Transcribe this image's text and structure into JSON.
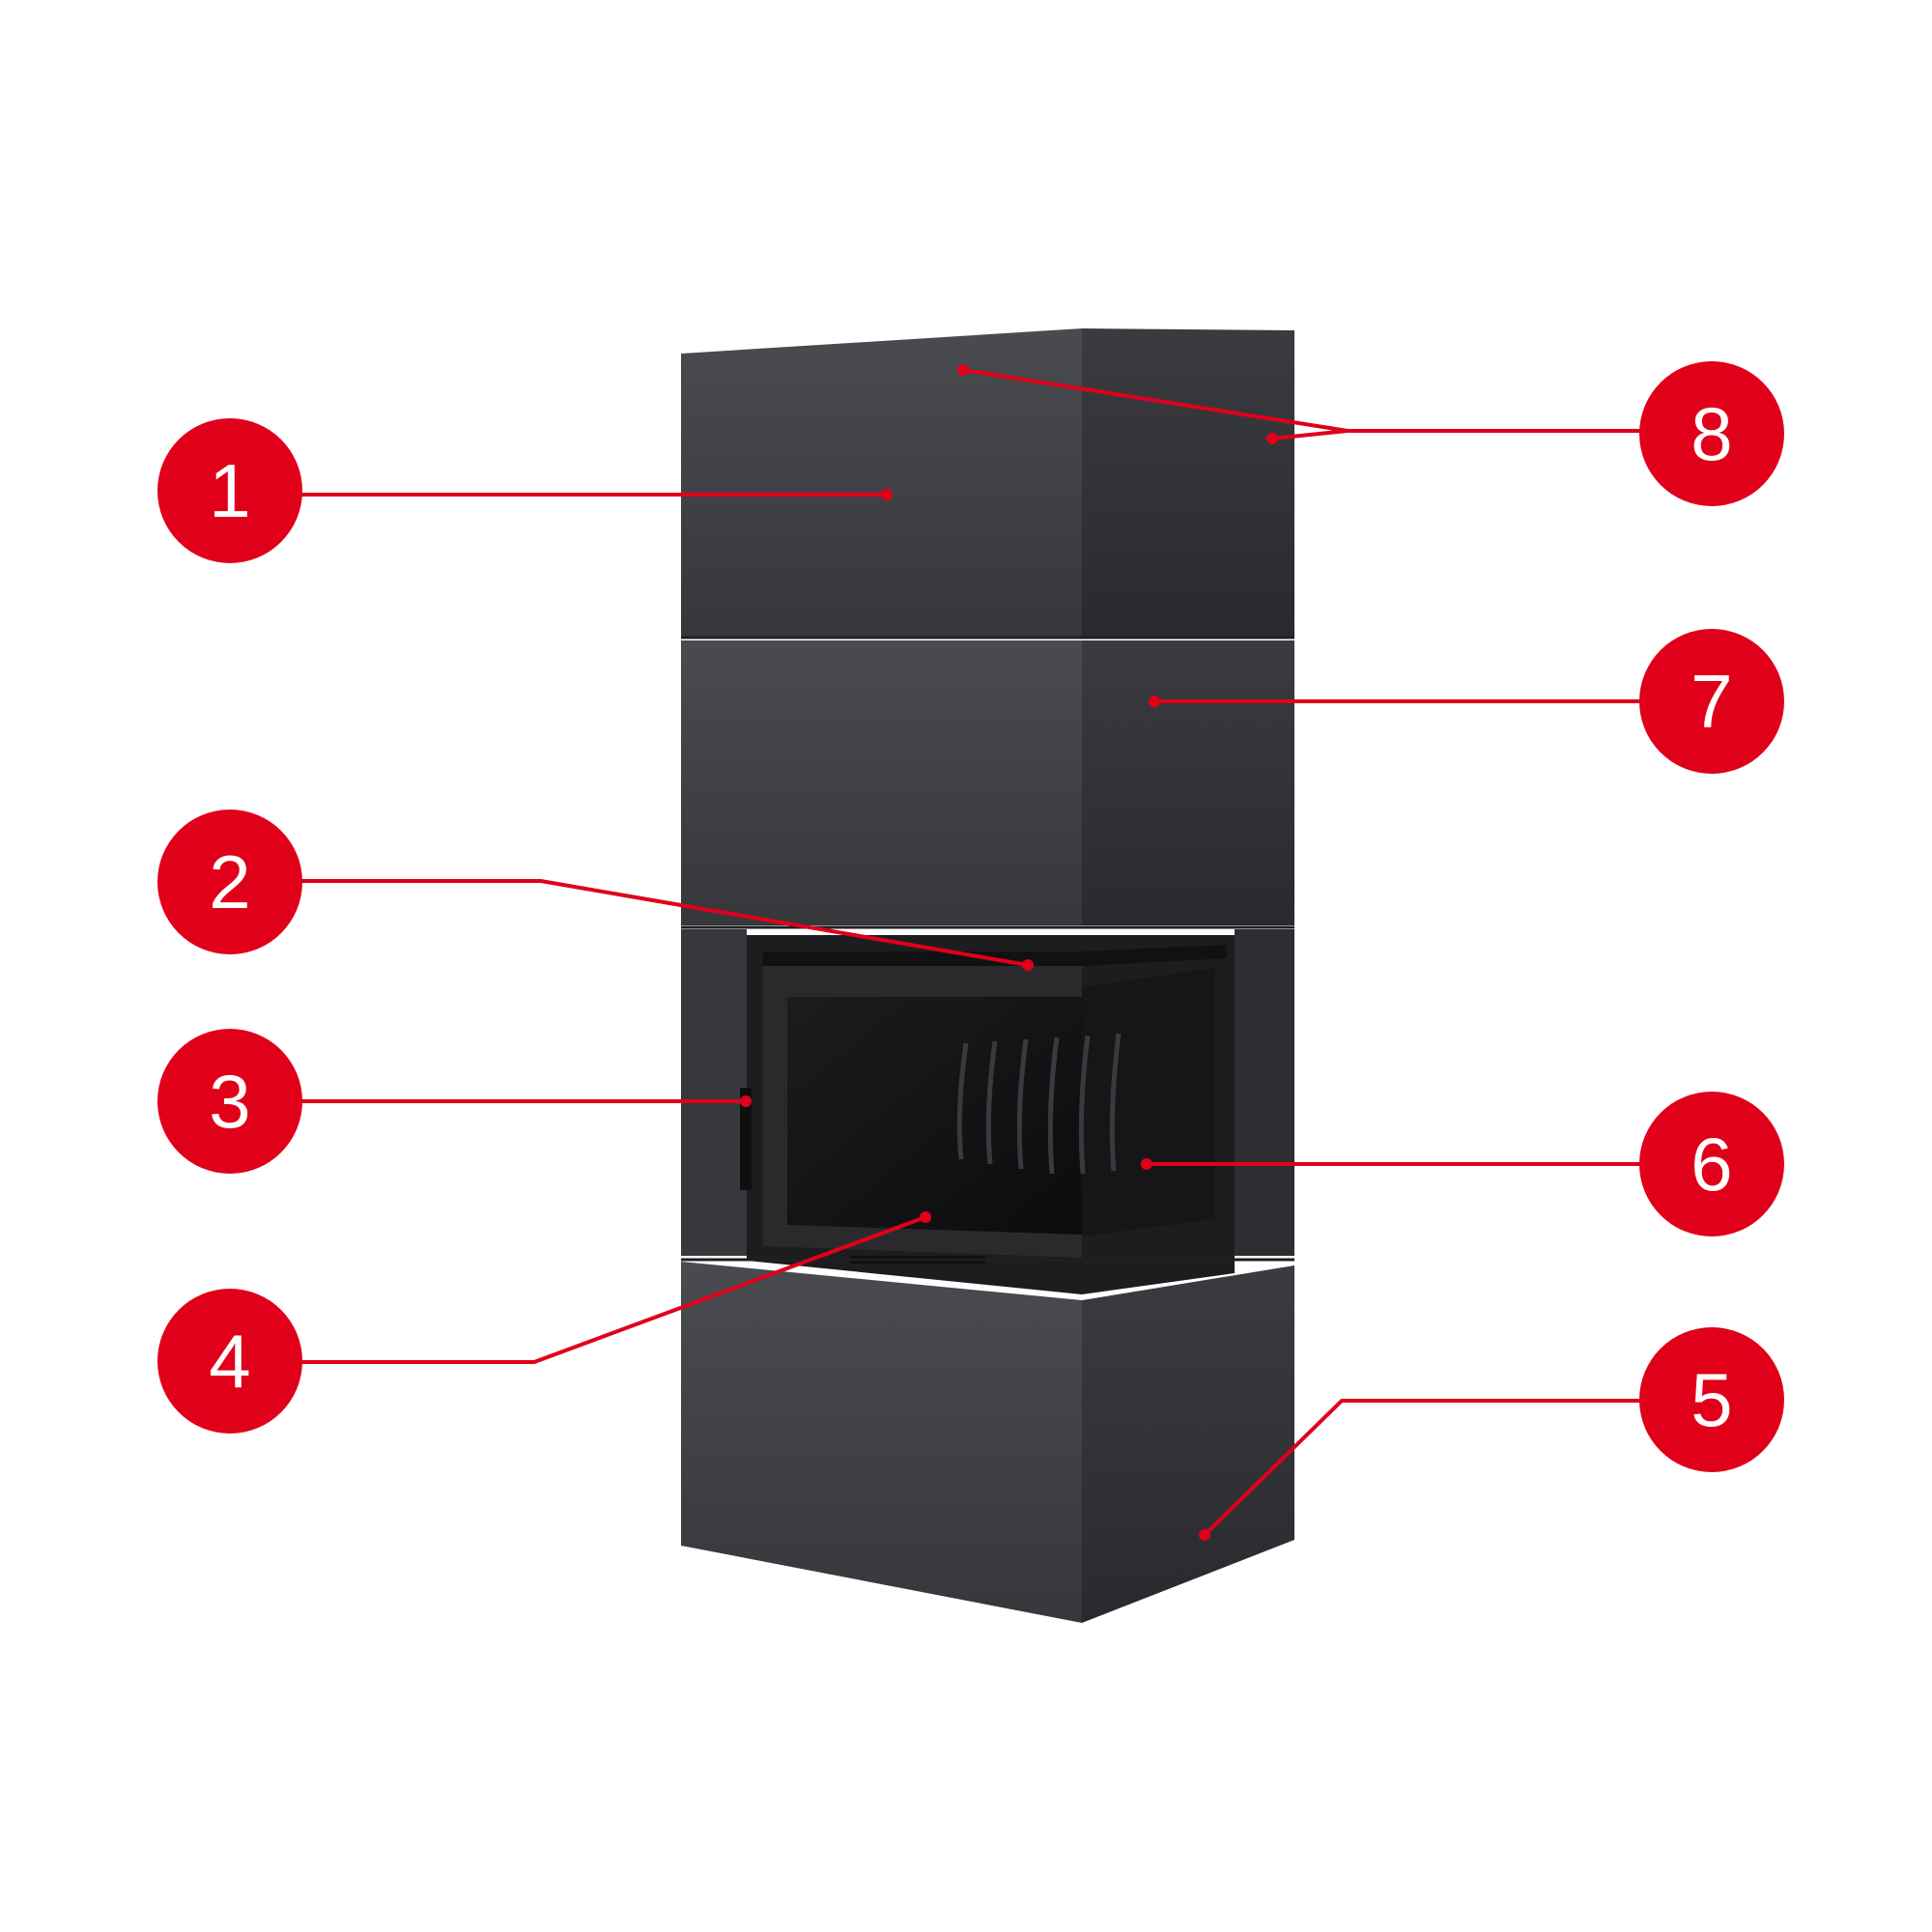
{
  "colors": {
    "background": "#ffffff",
    "accent": "#e1001a",
    "badge_text": "#ffffff",
    "body_front": "#3e3f44",
    "body_side": "#2b2c30",
    "firebox": "#121214"
  },
  "callouts": [
    {
      "number": "1"
    },
    {
      "number": "2"
    },
    {
      "number": "3"
    },
    {
      "number": "4"
    },
    {
      "number": "5"
    },
    {
      "number": "6"
    },
    {
      "number": "7"
    },
    {
      "number": "8"
    }
  ]
}
